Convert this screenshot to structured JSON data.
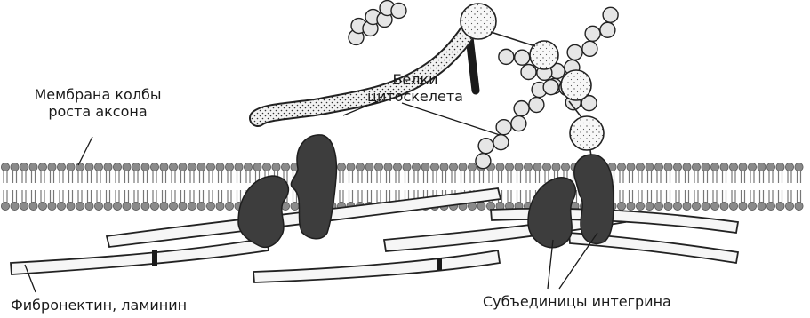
{
  "labels": {
    "membrane_line1": "Мембрана колбы",
    "membrane_line2": "роста аксона",
    "cytoskeleton_line1": "Белки",
    "cytoskeleton_line2": "цитоскелета",
    "ecm": "Фибронектин, ламинин",
    "integrin": "Субъединицы интегрина"
  }
}
